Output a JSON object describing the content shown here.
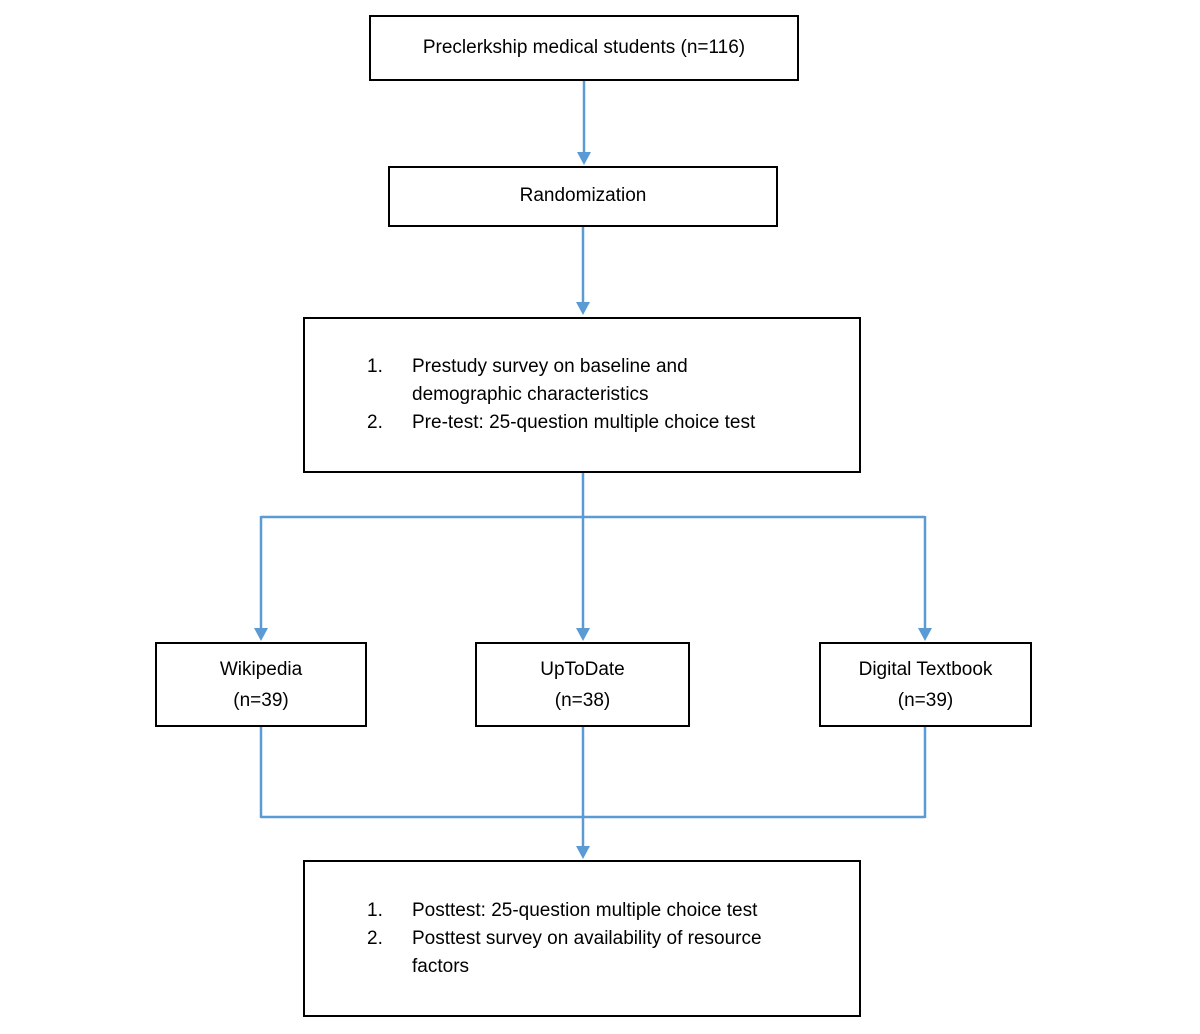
{
  "colors": {
    "connector": "#5b9bd5",
    "box_border": "#000000",
    "box_background": "#ffffff",
    "text": "#000000",
    "page_background": "#ffffff"
  },
  "nodes": {
    "enrollment": {
      "label": "Preclerkship medical students (n=116)"
    },
    "randomization": {
      "label": "Randomization"
    },
    "prestudy": {
      "items": [
        {
          "num": "1.",
          "text": "Prestudy survey on baseline and\ndemographic characteristics"
        },
        {
          "num": "2.",
          "text": "Pre-test: 25-question multiple choice test"
        }
      ]
    },
    "arms": [
      {
        "label": "Wikipedia",
        "n": "(n=39)"
      },
      {
        "label": "UpToDate",
        "n": "(n=38)"
      },
      {
        "label": "Digital Textbook",
        "n": "(n=39)"
      }
    ],
    "posttest": {
      "items": [
        {
          "num": "1.",
          "text": "Posttest: 25-question multiple choice test"
        },
        {
          "num": "2.",
          "text": "Posttest survey on availability of resource\nfactors"
        }
      ]
    }
  },
  "edges": [
    {
      "from": "enrollment",
      "to": "randomization"
    },
    {
      "from": "randomization",
      "to": "prestudy"
    },
    {
      "from": "prestudy",
      "to": "arm-wikipedia"
    },
    {
      "from": "prestudy",
      "to": "arm-uptodate"
    },
    {
      "from": "prestudy",
      "to": "arm-digital-textbook"
    },
    {
      "from": "arm-wikipedia",
      "to": "posttest"
    },
    {
      "from": "arm-uptodate",
      "to": "posttest"
    },
    {
      "from": "arm-digital-textbook",
      "to": "posttest"
    }
  ]
}
